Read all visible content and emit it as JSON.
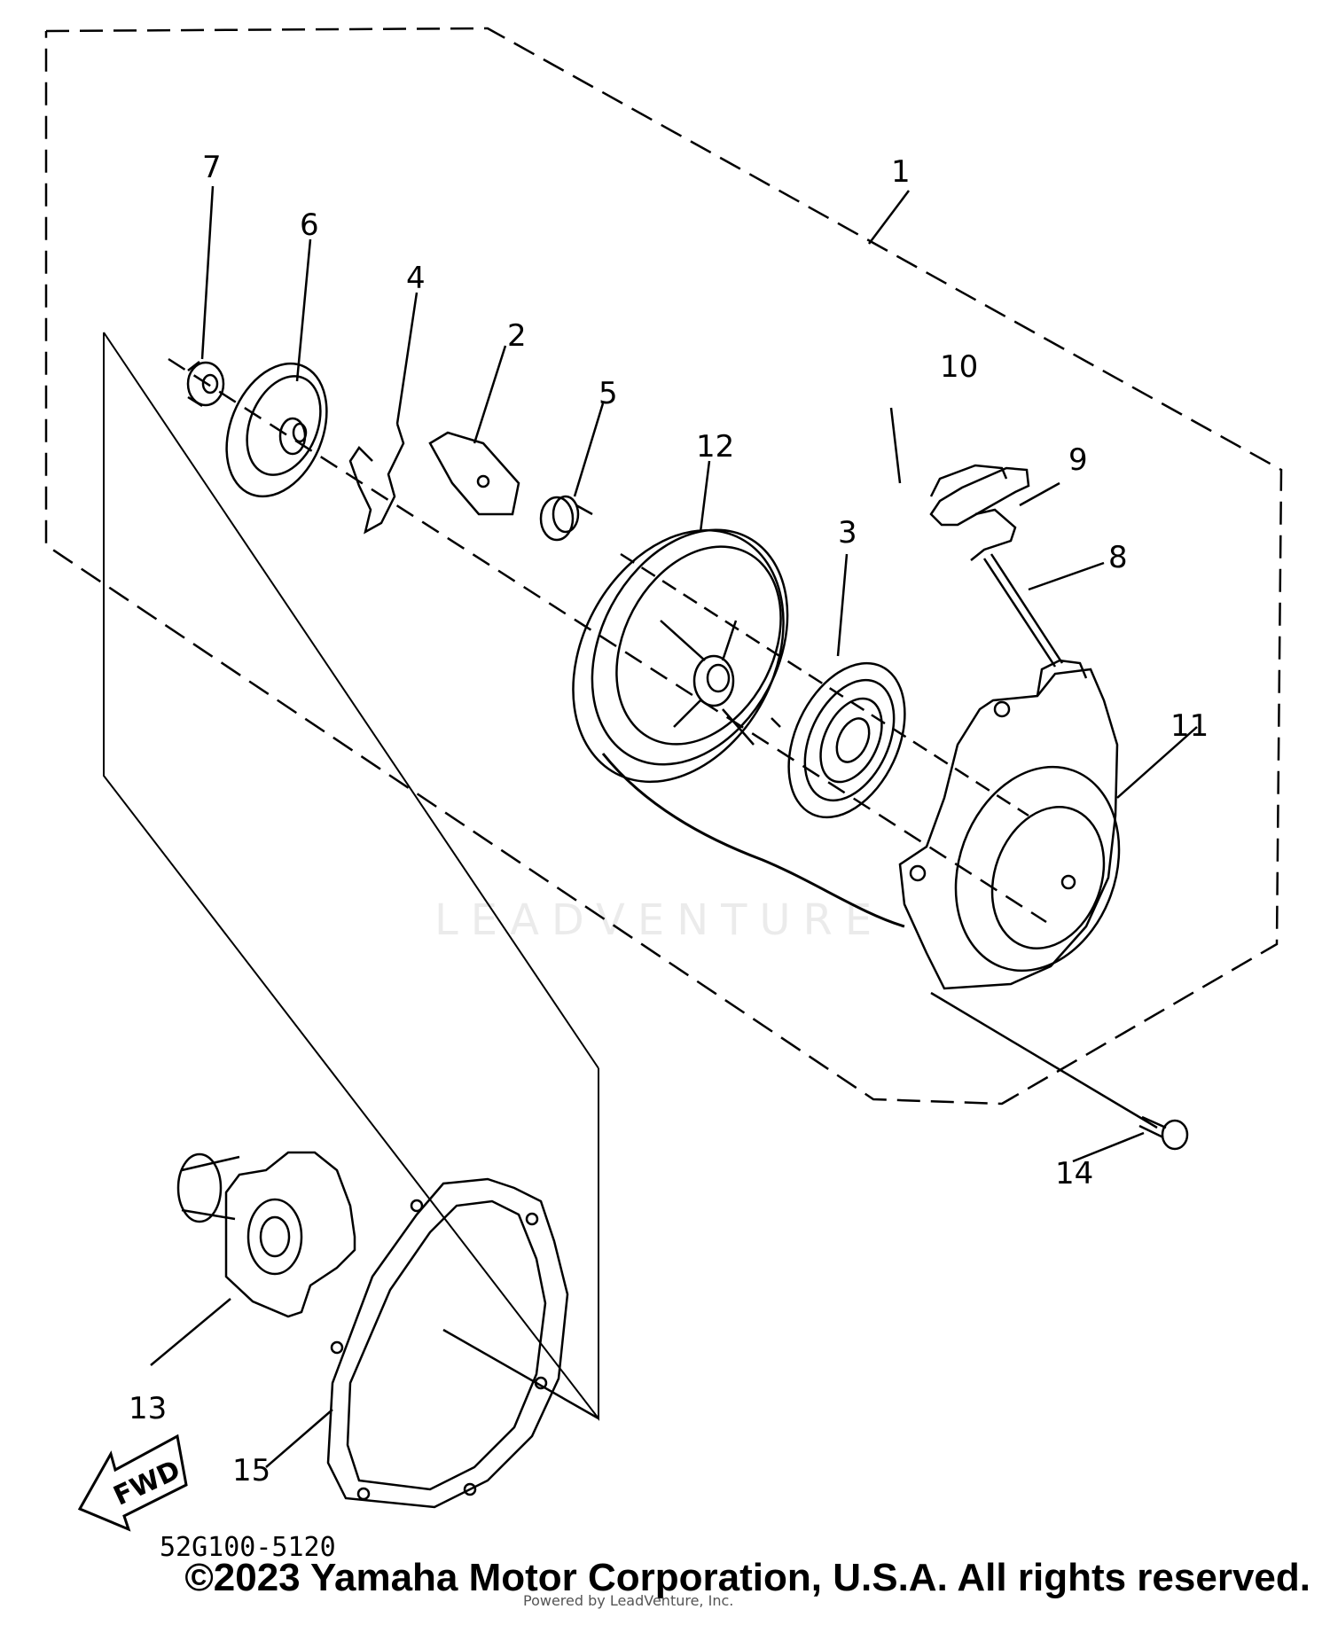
{
  "callouts": {
    "c1": "1",
    "c2": "2",
    "c3": "3",
    "c4": "4",
    "c5": "5",
    "c6": "6",
    "c7": "7",
    "c8": "8",
    "c9": "9",
    "c10": "10",
    "c11": "11",
    "c12": "12",
    "c13": "13",
    "c14": "14",
    "c15": "15"
  },
  "fwd_label": "FWD",
  "diagram_code": "52G100-5120",
  "watermark": "LEADVENTURE",
  "credit": "Powered by LeadVenture, Inc.",
  "copyright": "©2023 Yamaha Motor Corporation, U.S.A. All rights reserved.",
  "colors": {
    "ink": "#000000",
    "background": "#ffffff"
  }
}
